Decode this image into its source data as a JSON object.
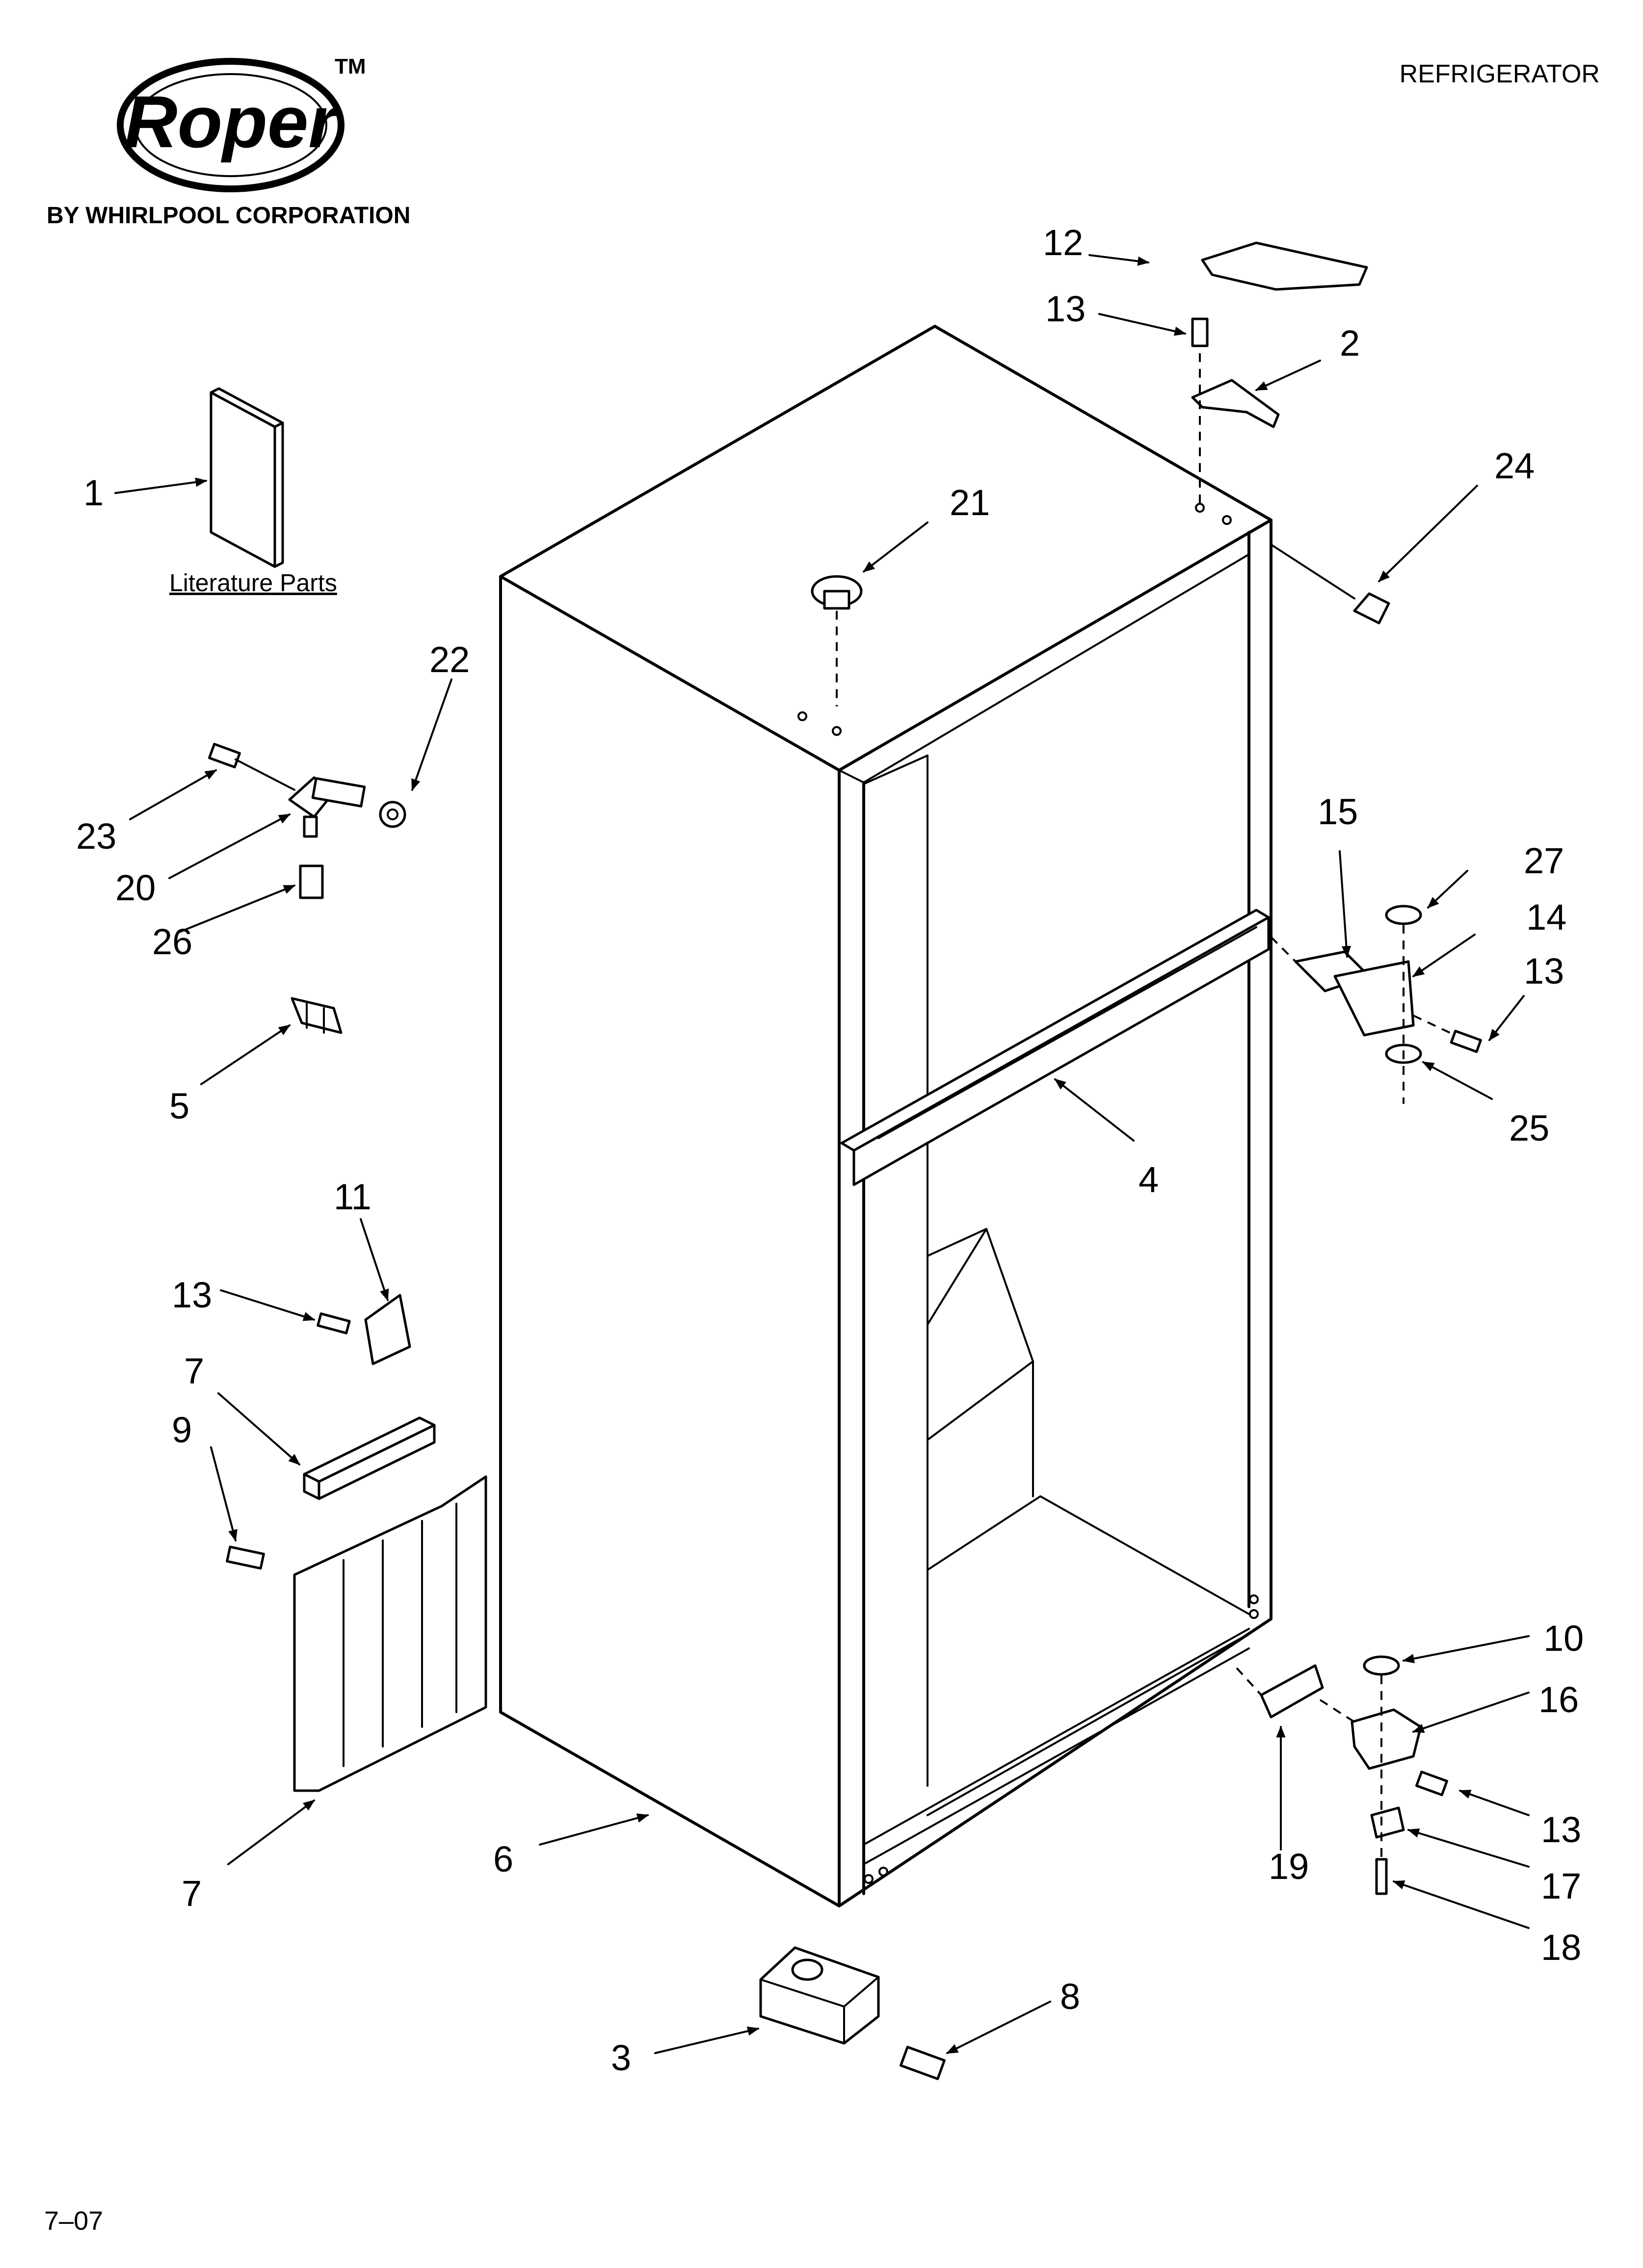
{
  "brand": {
    "logo_text": "Roper",
    "trademark": "TM",
    "subtitle": "BY WHIRLPOOL CORPORATION"
  },
  "header": {
    "section": "REFRIGERATOR"
  },
  "literature_label": "Literature Parts",
  "footer": {
    "date_code": "7–07"
  },
  "callouts": {
    "c1": "1",
    "c2": "2",
    "c3": "3",
    "c4": "4",
    "c5": "5",
    "c6": "6",
    "c7a": "7",
    "c7b": "7",
    "c8": "8",
    "c9": "9",
    "c10": "10",
    "c11": "11",
    "c12": "12",
    "c13a": "13",
    "c13b": "13",
    "c13c": "13",
    "c13d": "13",
    "c14": "14",
    "c15": "15",
    "c16": "16",
    "c17": "17",
    "c18": "18",
    "c19": "19",
    "c20": "20",
    "c21": "21",
    "c22": "22",
    "c23": "23",
    "c24": "24",
    "c25": "25",
    "c26": "26",
    "c27": "27"
  }
}
